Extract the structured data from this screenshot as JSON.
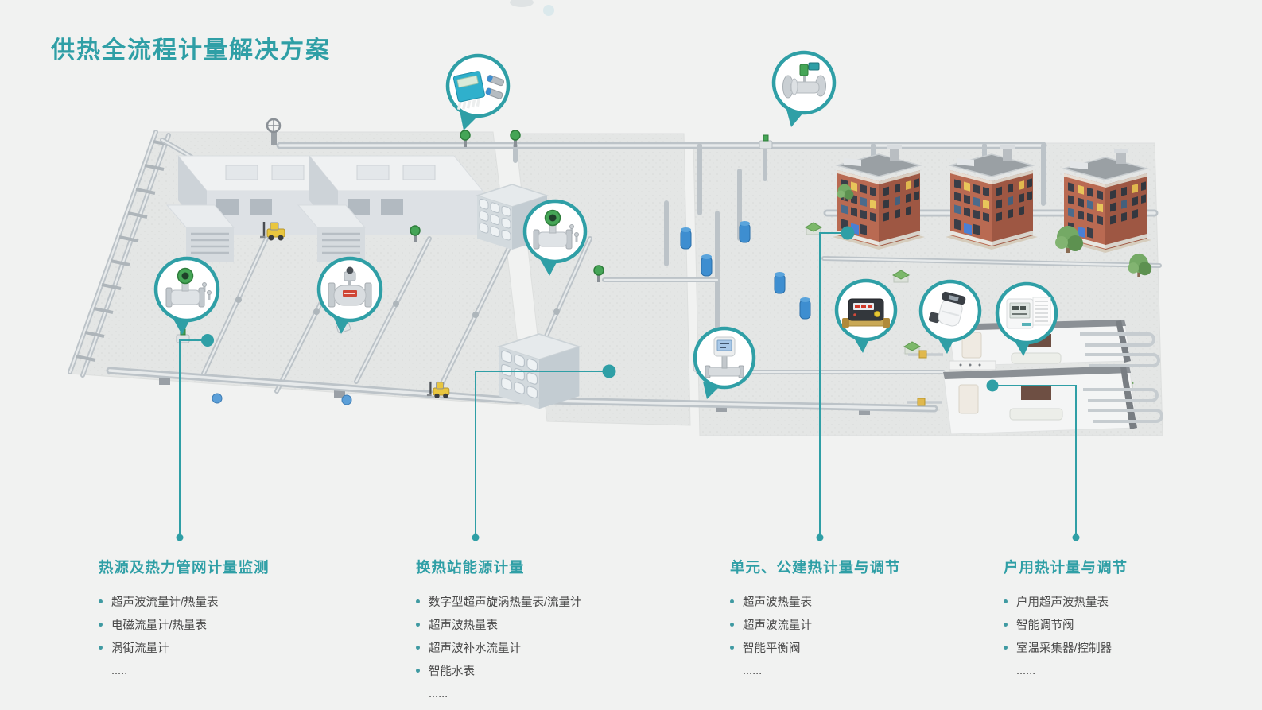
{
  "page": {
    "title": "供热全流程计量解决方案"
  },
  "colors": {
    "accent": "#2f9fa6",
    "background": "#f1f2f1",
    "body_text": "#4a4a4a",
    "platform": "#e4e6e5",
    "pipe": "#bcc3c8",
    "brick": "#b96a52",
    "pump_blue": "#3e8ed0",
    "valve_green": "#45a556",
    "forklift_yellow": "#e9c63f"
  },
  "columns": [
    {
      "heading": "热源及热力管网计量监测",
      "items": [
        "超声波流量计/热量表",
        "电磁流量计/热量表",
        "涡街流量计",
        "....."
      ]
    },
    {
      "heading": "换热站能源计量",
      "items": [
        "数字型超声旋涡热量表/流量计",
        "超声波热量表",
        "超声波补水流量计",
        "智能水表",
        "......"
      ]
    },
    {
      "heading": "单元、公建热计量与调节",
      "items": [
        "超声波热量表",
        "超声波流量计",
        "智能平衡阀",
        "......"
      ]
    },
    {
      "heading": "户用热计量与调节",
      "items": [
        "户用超声波热量表",
        "智能调节阀",
        "室温采集器/控制器",
        "......"
      ]
    }
  ],
  "callouts": [
    {
      "icon": "clamp-on-ultrasonic-flowmeter-icon"
    },
    {
      "icon": "flanged-heat-meter-icon"
    },
    {
      "icon": "vortex-flowmeter-icon"
    },
    {
      "icon": "electromagnetic-flowmeter-icon"
    },
    {
      "icon": "vortex-flowmeter-green-head-icon"
    },
    {
      "icon": "digital-vortex-meter-display-icon"
    },
    {
      "icon": "household-ultrasonic-heat-meter-icon"
    },
    {
      "icon": "smart-regulating-valve-icon"
    },
    {
      "icon": "room-thermostat-controller-icon"
    }
  ]
}
